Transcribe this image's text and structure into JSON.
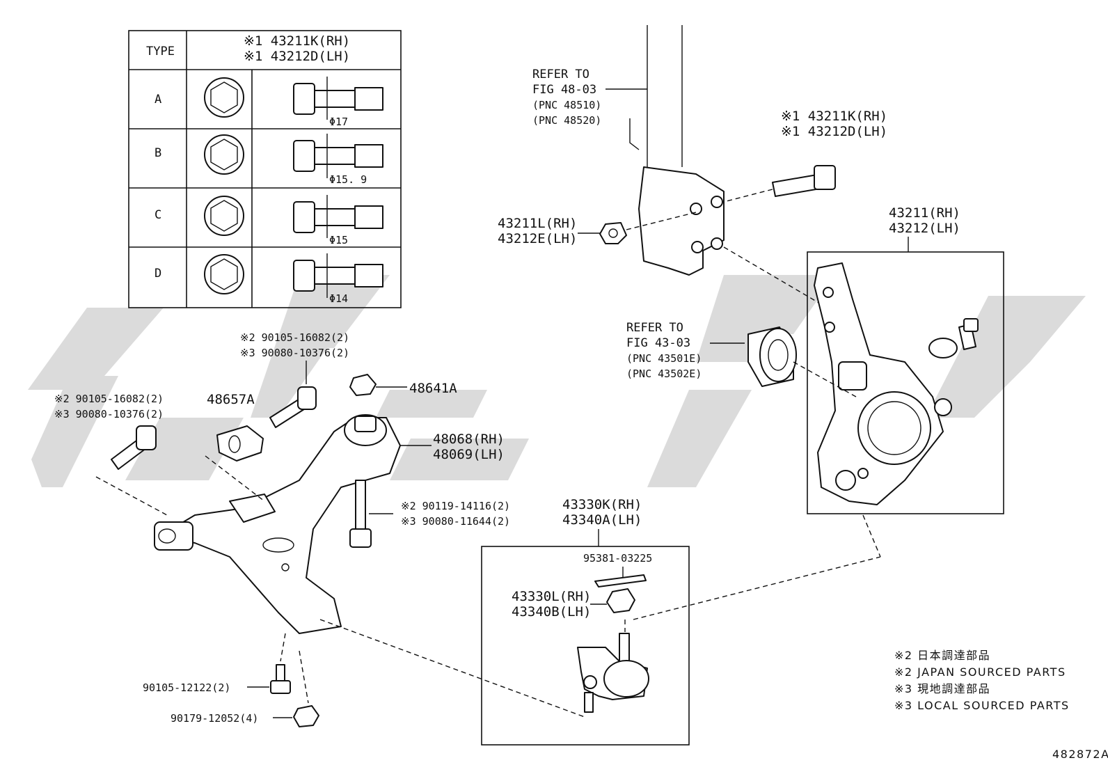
{
  "table": {
    "header_type": "TYPE",
    "header_part_rh": "※1 43211K(RH)",
    "header_part_lh": "※1 43212D(LH)",
    "rows": [
      {
        "type": "A",
        "dim": "Φ17"
      },
      {
        "type": "B",
        "dim": "Φ15. 9"
      },
      {
        "type": "C",
        "dim": "Φ15"
      },
      {
        "type": "D",
        "dim": "Φ14"
      }
    ]
  },
  "labels": {
    "refer_strut_1": "REFER TO",
    "refer_strut_2": "FIG 48-03",
    "refer_strut_3": "(PNC 48510)",
    "refer_strut_4": "(PNC 48520)",
    "bolt_rh": "※1 43211K(RH)",
    "bolt_lh": "※1 43212D(LH)",
    "nut_rh": "43211L(RH)",
    "nut_lh": "43212E(LH)",
    "knuckle_rh": "43211(RH)",
    "knuckle_lh": "43212(LH)",
    "refer_bearing_1": "REFER TO",
    "refer_bearing_2": "FIG 43-03",
    "refer_bearing_3": "(PNC 43501E)",
    "refer_bearing_4": "(PNC 43502E)",
    "bolt2_a": "※2 90105-16082(2)",
    "bolt2_b": "※3 90080-10376(2)",
    "bolt1_a": "※2 90105-16082(2)",
    "bolt1_b": "※3 90080-10376(2)",
    "bracket": "48657A",
    "nut_48641": "48641A",
    "arm_rh": "48068(RH)",
    "arm_lh": "48069(LH)",
    "bolt3_a": "※2 90119-14116(2)",
    "bolt3_b": "※3 90080-11644(2)",
    "balljoint_rh": "43330K(RH)",
    "balljoint_lh": "43340A(LH)",
    "cotter_pin": "95381-03225",
    "bj_nut_rh": "43330L(RH)",
    "bj_nut_lh": "43340B(LH)",
    "bolt4": "90105-12122(2)",
    "nut4": "90179-12052(4)"
  },
  "notes": [
    "※2 日本調達部品",
    "※2 JAPAN SOURCED PARTS",
    "※3 現地調達部品",
    "※3 LOCAL SOURCED PARTS"
  ],
  "diagram_id": "482872A"
}
